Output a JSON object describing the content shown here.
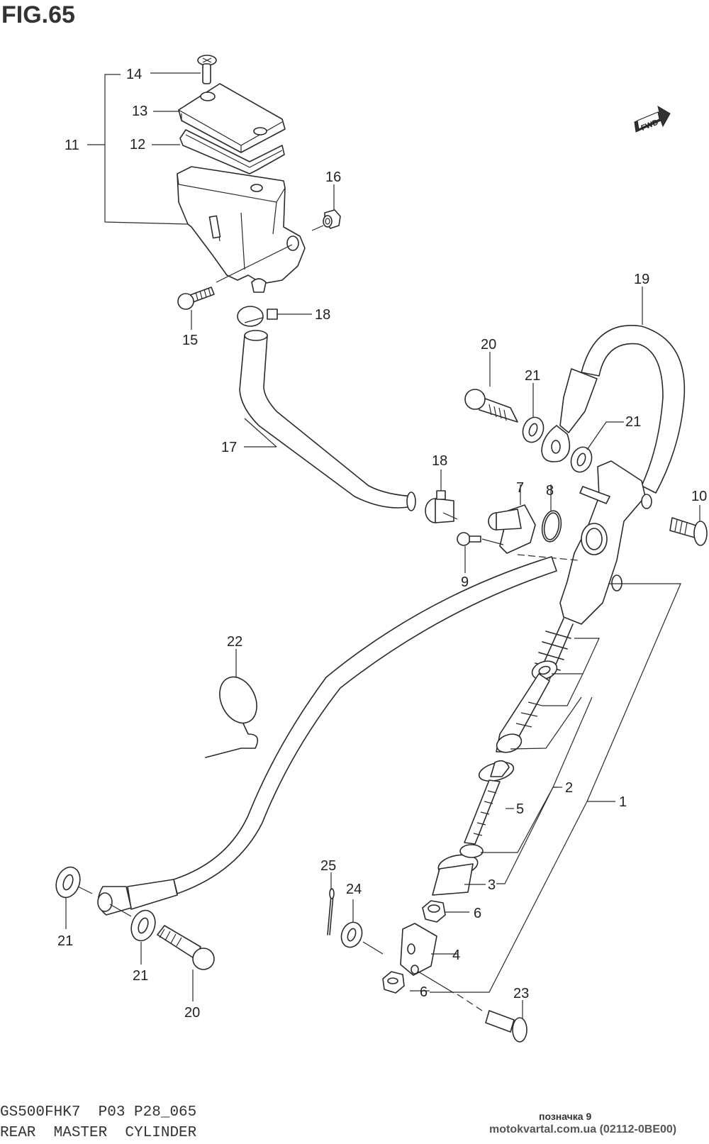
{
  "figure": {
    "title": "FIG.65",
    "model_code": "GS500FHK7  P03 P28_065",
    "name": "REAR  MASTER  CYLINDER"
  },
  "watermark": {
    "mark": "позначка 9",
    "site": "motokvartal.com.ua (02112-0BE00)"
  },
  "direction_indicator": {
    "label": "FWD",
    "icon": "fwd-arrow-icon"
  },
  "callouts": [
    {
      "id": "c14",
      "label": "14",
      "part": "reservoir-cap-screw"
    },
    {
      "id": "c13",
      "label": "13",
      "part": "reservoir-cap"
    },
    {
      "id": "c12",
      "label": "12",
      "part": "reservoir-diaphragm"
    },
    {
      "id": "c11",
      "label": "11",
      "part": "reservoir-tank-assembly"
    },
    {
      "id": "c16",
      "label": "16",
      "part": "reservoir-nut"
    },
    {
      "id": "c15",
      "label": "15",
      "part": "reservoir-bolt"
    },
    {
      "id": "c18a",
      "label": "18",
      "part": "hose-clamp-upper"
    },
    {
      "id": "c17",
      "label": "17",
      "part": "reservoir-hose"
    },
    {
      "id": "c18b",
      "label": "18",
      "part": "hose-clamp-lower"
    },
    {
      "id": "c19",
      "label": "19",
      "part": "brake-hose-upper"
    },
    {
      "id": "c20a",
      "label": "20",
      "part": "union-bolt-upper"
    },
    {
      "id": "c21a",
      "label": "21",
      "part": "gasket-upper-a"
    },
    {
      "id": "c21b",
      "label": "21",
      "part": "gasket-upper-b"
    },
    {
      "id": "c7",
      "label": "7",
      "part": "connector"
    },
    {
      "id": "c8",
      "label": "8",
      "part": "o-ring"
    },
    {
      "id": "c9",
      "label": "9",
      "part": "connector-screw"
    },
    {
      "id": "c10",
      "label": "10",
      "part": "master-cylinder-bolt"
    },
    {
      "id": "c22",
      "label": "22",
      "part": "hose-clamp-wire"
    },
    {
      "id": "c1",
      "label": "1",
      "part": "master-cylinder-assembly"
    },
    {
      "id": "c2",
      "label": "2",
      "part": "piston-set"
    },
    {
      "id": "c5",
      "label": "5",
      "part": "push-rod"
    },
    {
      "id": "c3",
      "label": "3",
      "part": "boot"
    },
    {
      "id": "c6a",
      "label": "6",
      "part": "nut-upper"
    },
    {
      "id": "c4",
      "label": "4",
      "part": "clevis"
    },
    {
      "id": "c6b",
      "label": "6",
      "part": "nut-lower"
    },
    {
      "id": "c23",
      "label": "23",
      "part": "clevis-pin"
    },
    {
      "id": "c25",
      "label": "25",
      "part": "cotter-pin"
    },
    {
      "id": "c24",
      "label": "24",
      "part": "washer"
    },
    {
      "id": "c21c",
      "label": "21",
      "part": "gasket-lower-a"
    },
    {
      "id": "c21d",
      "label": "21",
      "part": "gasket-lower-b"
    },
    {
      "id": "c20b",
      "label": "20",
      "part": "union-bolt-lower"
    }
  ]
}
